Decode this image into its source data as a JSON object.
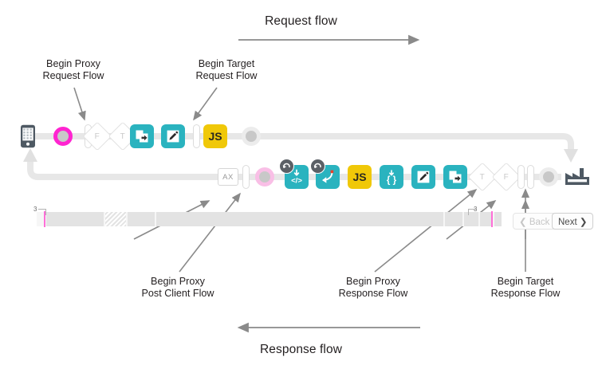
{
  "diagram": {
    "title_request": "Request flow",
    "title_response": "Response flow",
    "callouts": [
      {
        "id": "begin-proxy-request-flow",
        "line1": "Begin Proxy",
        "line2": "Request Flow"
      },
      {
        "id": "begin-target-request-flow",
        "line1": "Begin Target",
        "line2": "Request Flow"
      },
      {
        "id": "begin-proxy-post-client-flow",
        "line1": "Begin Proxy",
        "line2": "Post Client Flow"
      },
      {
        "id": "begin-proxy-response-flow",
        "line1": "Begin Proxy",
        "line2": "Response Flow"
      },
      {
        "id": "begin-target-response-flow",
        "line1": "Begin Target",
        "line2": "Response Flow"
      }
    ]
  },
  "request_row": {
    "client_icon": "mobile-phone-icon",
    "nodes": [
      {
        "name": "proxy-request-flow-start-marker",
        "type": "ring",
        "label": ""
      },
      {
        "name": "step-separator",
        "type": "capsule",
        "label": ""
      },
      {
        "name": "condition-false",
        "type": "diamond",
        "label": "F"
      },
      {
        "name": "condition-true",
        "type": "diamond",
        "label": "T"
      },
      {
        "name": "policy-assign-message",
        "type": "teal",
        "label": "",
        "icon": "copy-arrow-icon"
      },
      {
        "name": "policy-edit",
        "type": "teal",
        "label": "",
        "icon": "pencil-icon"
      },
      {
        "name": "step-separator",
        "type": "capsule",
        "label": ""
      },
      {
        "name": "policy-javascript",
        "type": "js",
        "label": "JS"
      },
      {
        "name": "flow-end-marker",
        "type": "ring-grey",
        "label": ""
      }
    ]
  },
  "response_row": {
    "target_icon": "factory-icon",
    "nodes": [
      {
        "name": "policy-ax",
        "type": "chip",
        "label": "AX"
      },
      {
        "name": "step-separator",
        "type": "capsule",
        "label": ""
      },
      {
        "name": "proxy-post-client-marker",
        "type": "ring-pink",
        "label": ""
      },
      {
        "name": "policy-xml-to-json",
        "type": "teal",
        "label": "",
        "icon": "code-icon",
        "badge": "async-arrow-icon"
      },
      {
        "name": "policy-raise-fault",
        "type": "teal",
        "label": "",
        "icon": "curve-arrow-icon",
        "badge": "async-arrow-icon"
      },
      {
        "name": "policy-javascript",
        "type": "js",
        "label": "JS"
      },
      {
        "name": "policy-json-threat",
        "type": "teal",
        "label": "",
        "icon": "braces-icon"
      },
      {
        "name": "policy-edit",
        "type": "teal",
        "label": "",
        "icon": "pencil-icon"
      },
      {
        "name": "policy-assign-message",
        "type": "teal",
        "label": "",
        "icon": "copy-arrow-icon"
      },
      {
        "name": "condition-true",
        "type": "diamond",
        "label": "T"
      },
      {
        "name": "condition-false",
        "type": "diamond",
        "label": "F"
      },
      {
        "name": "step-separator",
        "type": "capsule",
        "label": ""
      },
      {
        "name": "step-separator",
        "type": "capsule",
        "label": ""
      },
      {
        "name": "flow-end-marker",
        "type": "ring-grey",
        "label": ""
      }
    ]
  },
  "scrubber": {
    "left_tick_label": "3",
    "right_tick_label": "3",
    "back_label": "❮ Back",
    "next_label": "Next ❯"
  },
  "colors": {
    "teal": "#2ab3bf",
    "js_yellow": "#f0c808",
    "magenta": "#ff24d0",
    "pink": "#f9bfe6",
    "rail": "#e7e7e7",
    "arrow_grey": "#8a8a8a",
    "target_grey": "#4e5963"
  }
}
